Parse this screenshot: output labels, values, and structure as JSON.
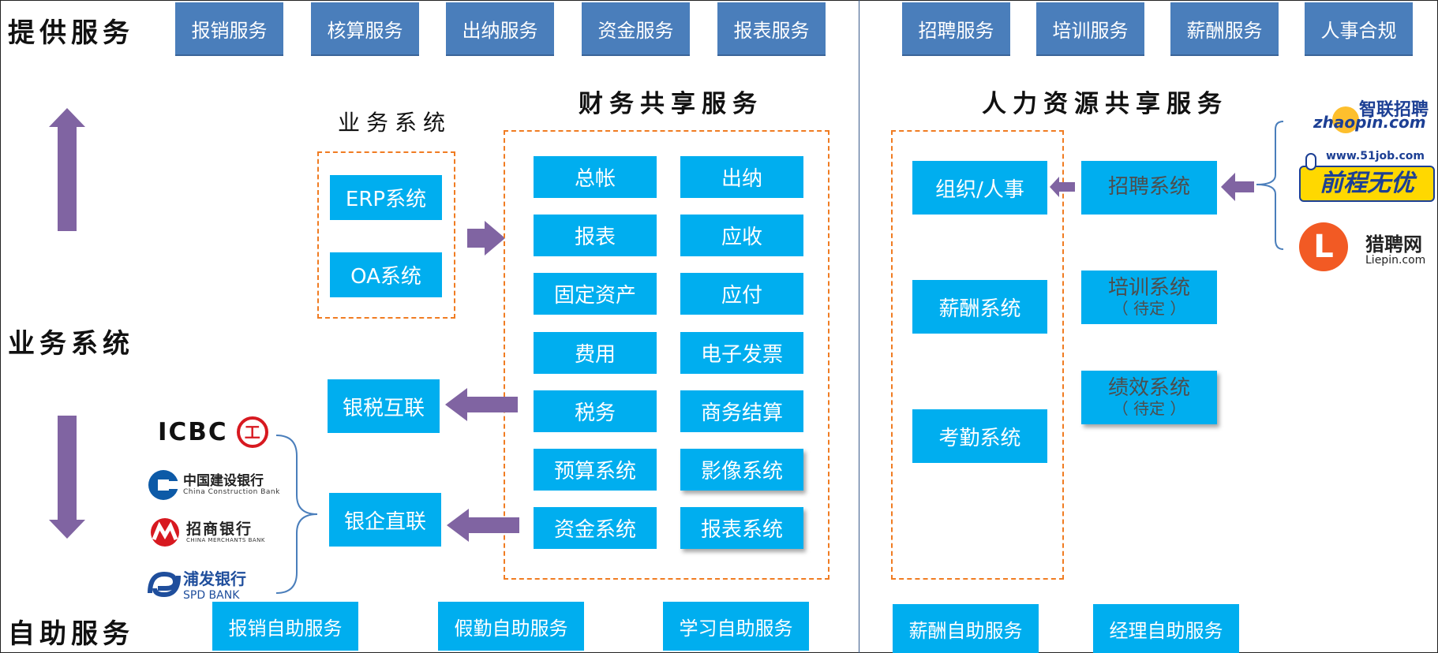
{
  "row_labels": {
    "provide": "提供服务",
    "business": "业务系统",
    "self_service": "自助服务"
  },
  "top_services_finance": [
    "报销服务",
    "核算服务",
    "出纳服务",
    "资金服务",
    "报表服务"
  ],
  "top_services_hr": [
    "招聘服务",
    "培训服务",
    "薪酬服务",
    "人事合规"
  ],
  "finance": {
    "title": "财务共享服务",
    "modules_left": [
      "总帐",
      "报表",
      "固定资产",
      "费用",
      "税务",
      "预算系统",
      "资金系统"
    ],
    "modules_right": [
      "出纳",
      "应收",
      "应付",
      "电子发票",
      "商务结算",
      "影像系统",
      "报表系统"
    ]
  },
  "business_system": {
    "label": "业务系统",
    "items": [
      "ERP系统",
      "OA系统"
    ]
  },
  "bank_links": {
    "tax": "银税互联",
    "enterprise": "银企直联"
  },
  "banks": {
    "icbc": "ICBC",
    "icbc_symbol": "工",
    "ccb_cn": "中国建设银行",
    "ccb_en": "China Construction Bank",
    "cmb_cn": "招商银行",
    "cmb_en": "CHINA MERCHANTS BANK",
    "spdb_cn": "浦发银行",
    "spdb_en": "SPD BANK"
  },
  "hr": {
    "title": "人力资源共享服务",
    "inner": [
      "组织/人事",
      "薪酬系统",
      "考勤系统"
    ],
    "recruit": "招聘系统",
    "training": "培训系统",
    "performance": "绩效系统",
    "pending": "（ 待定 ）"
  },
  "job_sites": {
    "zhaopin_cn": "智联招聘",
    "zhaopin_en": "zhaopin.com",
    "job51_url": "www.51job.com",
    "job51_cn": "前程无优",
    "liepin_cn": "猎聘网",
    "liepin_en": "Liepin.com",
    "liepin_letter": "L"
  },
  "self_services_finance": [
    "报销自助服务",
    "假勤自助服务",
    "学习自助服务"
  ],
  "self_services_hr": [
    "薪酬自助服务",
    "经理自助服务"
  ],
  "colors": {
    "top_box": "#4a7ebb",
    "module": "#00aeef",
    "arrow": "#8064a2",
    "dashed": "#f07c22",
    "bracket": "#4a7ebb"
  }
}
